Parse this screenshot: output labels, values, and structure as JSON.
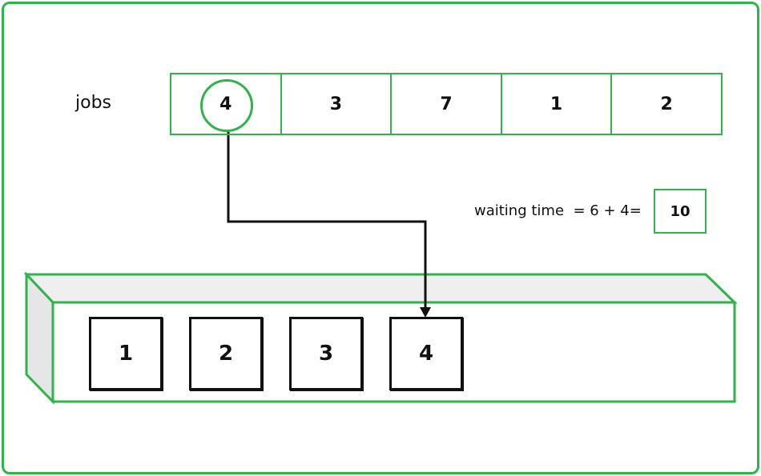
{
  "diagram": {
    "jobs_label": "jobs",
    "jobs": [
      "4",
      "3",
      "7",
      "1",
      "2"
    ],
    "highlighted_job_index": 0,
    "waiting_time_label": "waiting time  = 6 + 4=",
    "waiting_time_value": "10",
    "queue_items": [
      "1",
      "2",
      "3",
      "4"
    ],
    "colors": {
      "accent": "#2fb34a",
      "stroke": "#111111",
      "queue_side": "#e6e6e6",
      "queue_top": "#efefef"
    }
  }
}
